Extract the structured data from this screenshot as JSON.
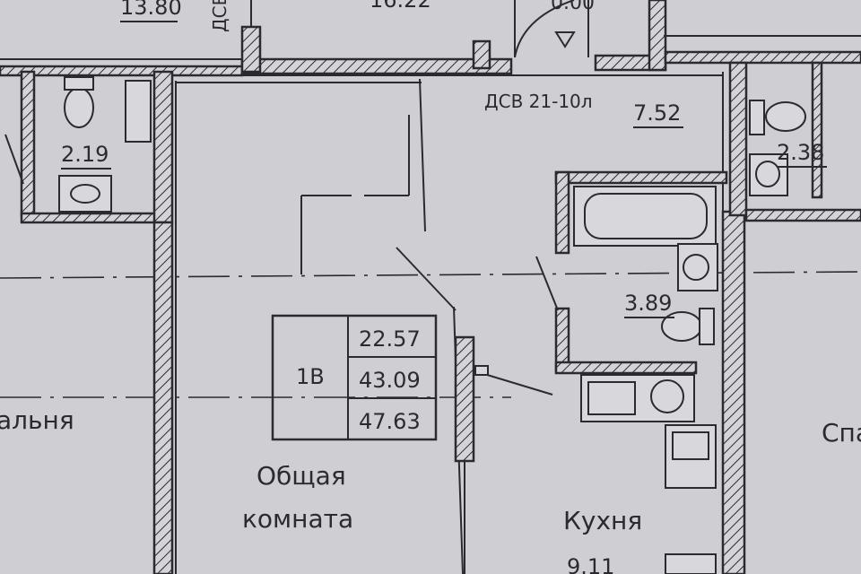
{
  "rooms": {
    "top_left_area": "13.80",
    "top_mid_area": "16.22",
    "top_small_area": "0.00",
    "top_vert_label": "ДСВ",
    "left_bath_area": "2.19",
    "right_bath_area": "2.38",
    "hall_area": "7.52",
    "door_label": "ДСВ 21-10л",
    "bath_area": "3.89",
    "living_name_line1": "Общая",
    "living_name_line2": "комната",
    "kitchen_name": "Кухня",
    "kitchen_area": "9.11",
    "left_room_fragment": "альня",
    "right_room_fragment": "Спа"
  },
  "apartment_table": {
    "type": "1В",
    "living_area": "22.57",
    "total_area": "43.09",
    "total_with_balcony": "47.63"
  }
}
